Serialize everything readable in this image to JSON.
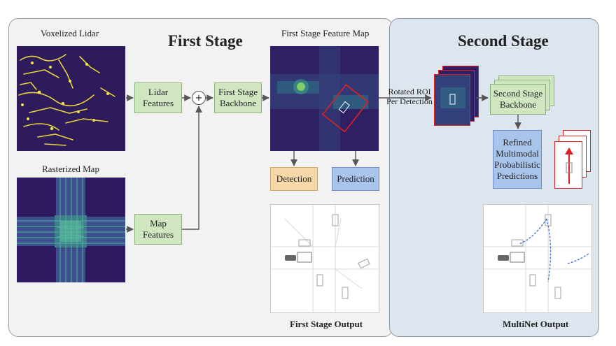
{
  "first_stage": {
    "title": "First Stage",
    "voxelized_lidar_label": "Voxelized Lidar",
    "rasterized_map_label": "Rasterized Map",
    "lidar_features_label": "Lidar\nFeatures",
    "map_features_label": "Map\nFeatures",
    "fusion_symbol": "+",
    "backbone_label": "First Stage\nBackbone",
    "feature_map_label": "First Stage Feature Map",
    "detection_label": "Detection",
    "prediction_label": "Prediction",
    "output_label": "First Stage Output"
  },
  "roi": {
    "label_line1": "Rotated ROI",
    "label_line2": "Per Detection"
  },
  "second_stage": {
    "title": "Second Stage",
    "backbone_label": "Second Stage\nBackbone",
    "refined_label": "Refined\nMultimodal\nProbabilistic\nPredictions",
    "output_label": "MultiNet Output"
  },
  "colors": {
    "green_box": "#cfe6c0",
    "orange_box": "#f6d7a8",
    "blue_box": "#a9c4ea",
    "viridis_dark": "#2e1a5e",
    "highlight_red": "#e02020"
  }
}
